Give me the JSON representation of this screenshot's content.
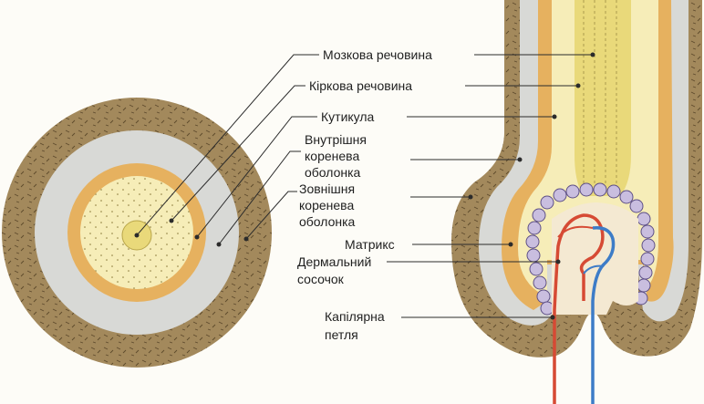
{
  "labels": {
    "medulla": "Мозкова речовина",
    "cortex": "Кіркова речовина",
    "cuticle": "Кутикула",
    "inner_root_sheath": [
      "Внутрішня",
      "коренева",
      "оболонка"
    ],
    "outer_root_sheath": [
      "Зовнішня",
      "коренева",
      "оболонка"
    ],
    "matrix": "Матрикс",
    "dermal_papilla": [
      "Дермальний",
      "сосочок"
    ],
    "capillary_loop": [
      "Капілярна",
      "петля"
    ]
  },
  "colors": {
    "dermis": "#a3895c",
    "outer_sheath": "#d8d9d6",
    "inner_sheath": "#e6b15f",
    "cortex": "#f6edb8",
    "medulla": "#e9d97a",
    "matrix_cells": "#c9bedf",
    "artery": "#d64a34",
    "vein": "#3d7cc7",
    "papilla": "#f4e9d2"
  }
}
